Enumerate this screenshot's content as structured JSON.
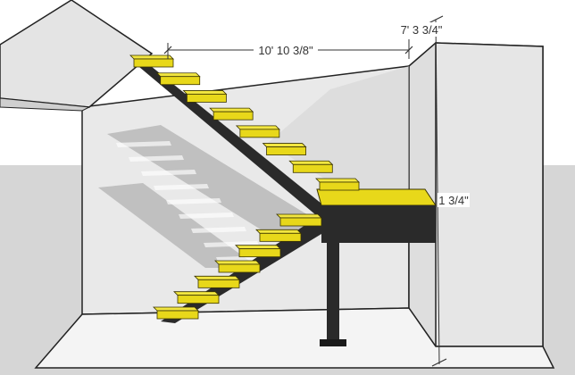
{
  "dimensions": {
    "run_length": "10' 10 3/8\"",
    "total_height": "7' 3 3/4\"",
    "landing_thickness": "1 3/4\""
  },
  "stairs": {
    "upper_flight_steps": 8,
    "lower_flight_steps": 7
  },
  "colors": {
    "tread": "#e8d81a",
    "tread_edge": "#3a3400",
    "stringer": "#2a2a2a",
    "wall": "#e9e9e9",
    "floor": "#f4f4f4",
    "shadow": "#b9b9b9",
    "ground": "#d6d6d6",
    "sky": "#ffffff"
  }
}
